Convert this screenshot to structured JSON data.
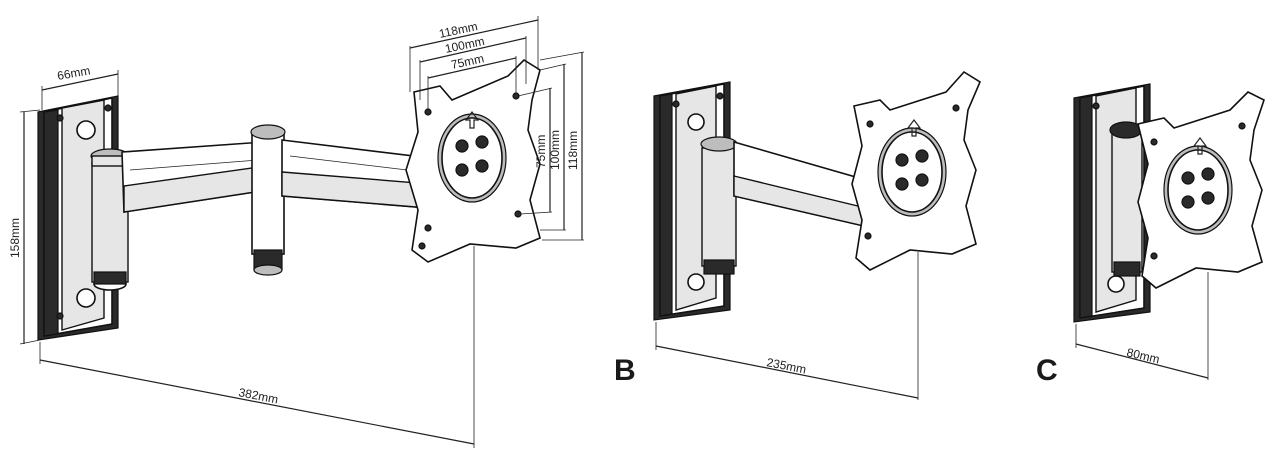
{
  "dimensions": {
    "a_plate_width": "66mm",
    "a_height": "158mm",
    "a_extension": "382mm",
    "vesa_118_horizontal": "118mm",
    "vesa_100_horizontal": "100mm",
    "vesa_75_horizontal": "75mm",
    "vesa_75_vertical": "75mm",
    "vesa_100_vertical": "100mm",
    "vesa_118_vertical": "118mm",
    "b_extension": "235mm",
    "c_extension": "80mm"
  },
  "labels": {
    "config_b": "B",
    "config_c": "C"
  }
}
